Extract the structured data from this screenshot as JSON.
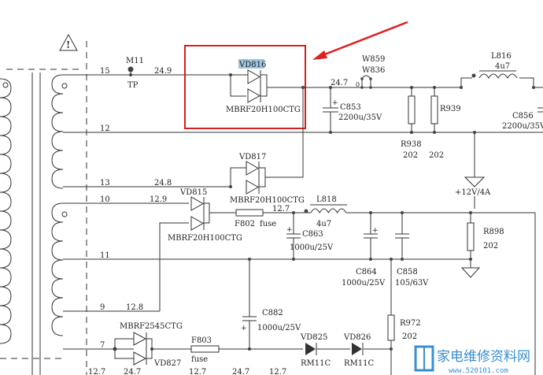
{
  "warning_symbol": "!",
  "test_point": {
    "name": "M11",
    "label": "TP"
  },
  "pins": {
    "p15": "15",
    "p12": "12",
    "p13": "13",
    "p10": "10",
    "p11": "11",
    "p9": "9",
    "p7": "7"
  },
  "voltages": {
    "v15": "24.9",
    "v13": "24.8",
    "v10": "12.9",
    "v9": "12.8",
    "v_out1": "24.7",
    "v_out2": "12.7",
    "bottom": [
      "12.7",
      "24.7",
      "12.7",
      "24.7",
      "12.7"
    ]
  },
  "components": {
    "vd816": {
      "ref": "VD816",
      "part": "MBRF20H100CTG"
    },
    "vd817": {
      "ref": "VD817",
      "part": "MBRF20H100CTG"
    },
    "vd815": {
      "ref": "VD815",
      "part": "MBRF20H100CTG"
    },
    "vd827": {
      "ref": "VD827",
      "part": "MBRF2545CTG"
    },
    "w859": {
      "ref": "W859",
      "ref2": "W836",
      "value": "0"
    },
    "c853": {
      "ref": "C853",
      "value": "2200u/35V"
    },
    "r938": {
      "ref": "R938",
      "value": "202"
    },
    "r939": {
      "ref": "R939",
      "value": "202"
    },
    "l816": {
      "ref": "L816",
      "value": "4u7"
    },
    "c856": {
      "ref": "C856",
      "value": "2200u/35V"
    },
    "out12v": {
      "label": "+12V/4A"
    },
    "f802": {
      "ref": "F802",
      "value": "fuse"
    },
    "l818": {
      "ref": "L818",
      "value": "4u7"
    },
    "c863": {
      "ref": "C863",
      "value": "1000u/25V"
    },
    "c864": {
      "ref": "C864",
      "value": "1000u/25V"
    },
    "c858": {
      "ref": "C858",
      "value": "105/63V"
    },
    "r898": {
      "ref": "R898",
      "value": "202"
    },
    "c882": {
      "ref": "C882",
      "value": "1000u/25V"
    },
    "f803": {
      "ref": "F803",
      "value": "fuse"
    },
    "vd825": {
      "ref": "VD825",
      "part": "RM11C"
    },
    "vd826": {
      "ref": "VD826",
      "part": "RM11C"
    },
    "r972": {
      "ref": "R972",
      "value": "202"
    }
  },
  "watermark": {
    "title": "家电维修资料网",
    "url": "www.520101.com"
  },
  "colors": {
    "highlight_box": "#d42020",
    "arrow": "#e02020",
    "selection": "#9ec3dc",
    "logo": "#3a8fd0"
  }
}
